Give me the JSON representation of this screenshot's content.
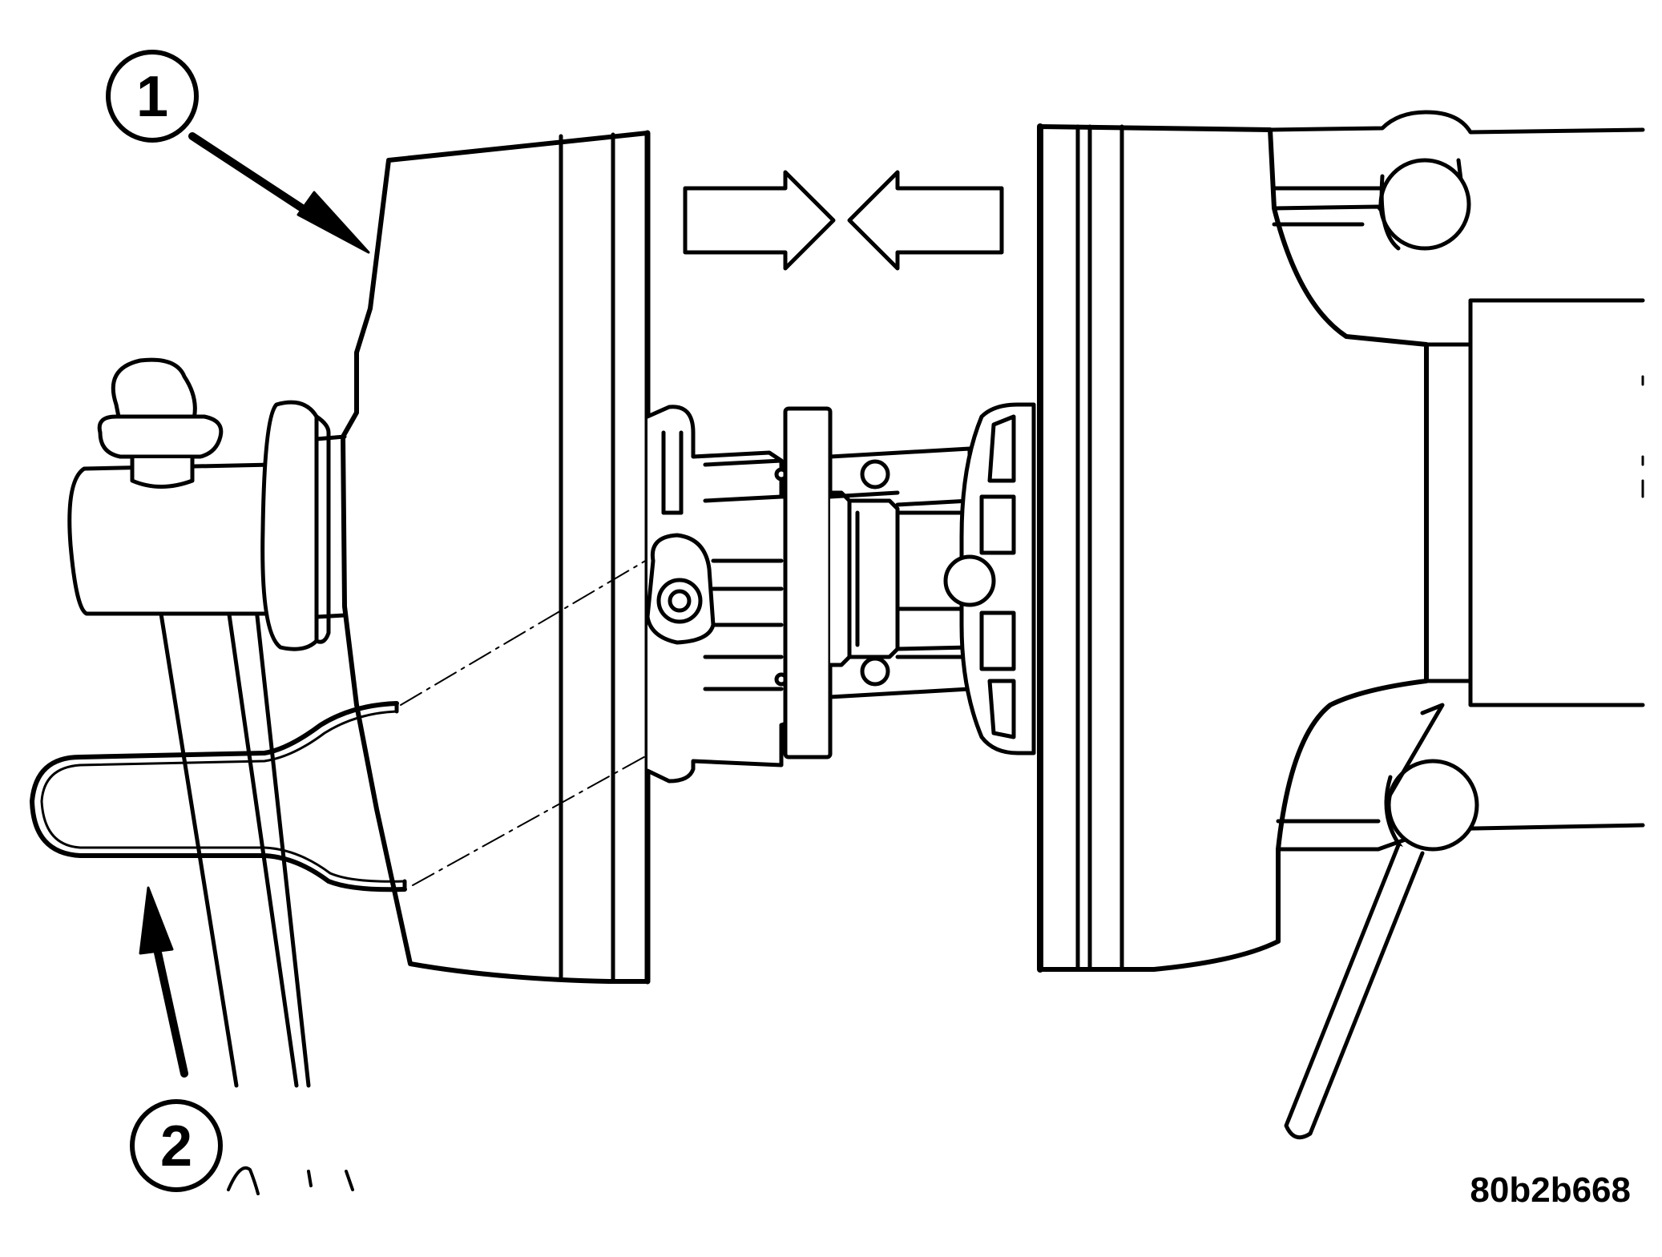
{
  "callouts": [
    {
      "id": "1",
      "label": "1"
    },
    {
      "id": "2",
      "label": "2"
    }
  ],
  "figure_code": "80b2b668",
  "colors": {
    "line": "#000000",
    "fill": "#ffffff"
  }
}
